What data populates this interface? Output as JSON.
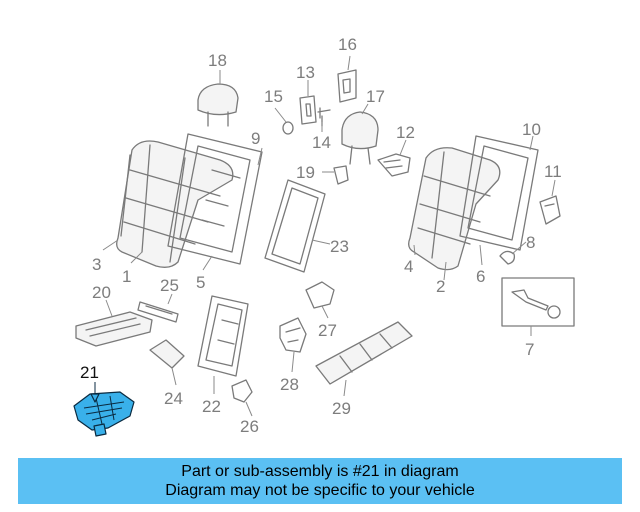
{
  "callouts": {
    "c1": "1",
    "c2": "2",
    "c3": "3",
    "c4": "4",
    "c5": "5",
    "c6": "6",
    "c7": "7",
    "c8": "8",
    "c9": "9",
    "c10": "10",
    "c11": "11",
    "c12": "12",
    "c13": "13",
    "c14": "14",
    "c15": "15",
    "c16": "16",
    "c17": "17",
    "c18": "18",
    "c19": "19",
    "c20": "20",
    "c21": "21",
    "c22": "22",
    "c23": "23",
    "c24": "24",
    "c25": "25",
    "c26": "26",
    "c27": "27",
    "c28": "28",
    "c29": "29"
  },
  "highlight": {
    "part": "21",
    "color": "#39b0ea"
  },
  "banner": {
    "line1": "Part or sub-assembly is #21 in diagram",
    "line2": "Diagram may not be specific to your vehicle",
    "color": "#5bc0f3"
  }
}
